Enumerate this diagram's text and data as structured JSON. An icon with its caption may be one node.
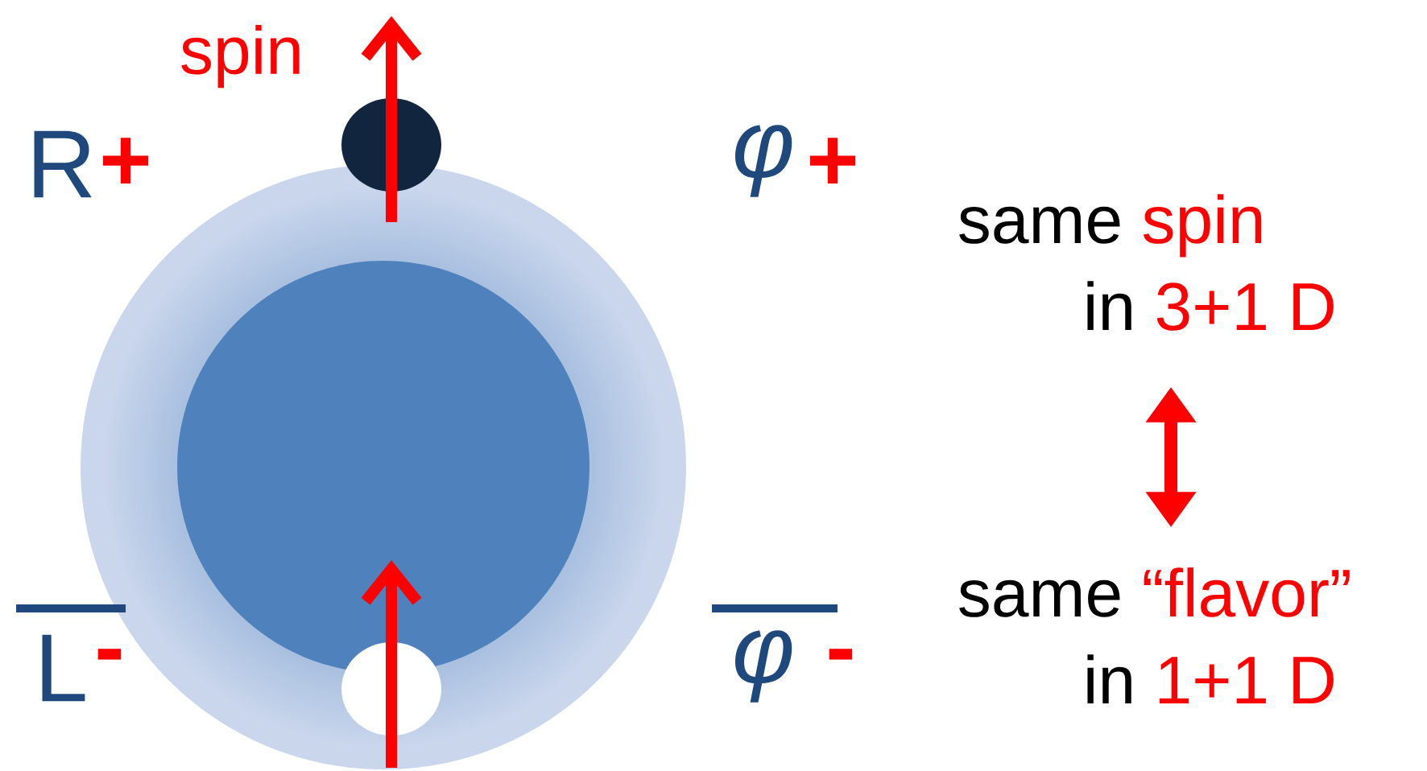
{
  "diagram": {
    "nodes": [
      {
        "text": [
          "same",
          "spin",
          "in",
          "3+1 D"
        ]
      },
      {
        "text": [
          "same",
          "“flavor”",
          "in",
          "1+1 D"
        ]
      }
    ],
    "edges": [
      {
        "from": 0,
        "to": 1,
        "arrow": "both"
      }
    ],
    "labels": [
      "spin",
      "R",
      "+",
      "φ",
      "+",
      "L",
      "-",
      "φ",
      "-"
    ]
  }
}
